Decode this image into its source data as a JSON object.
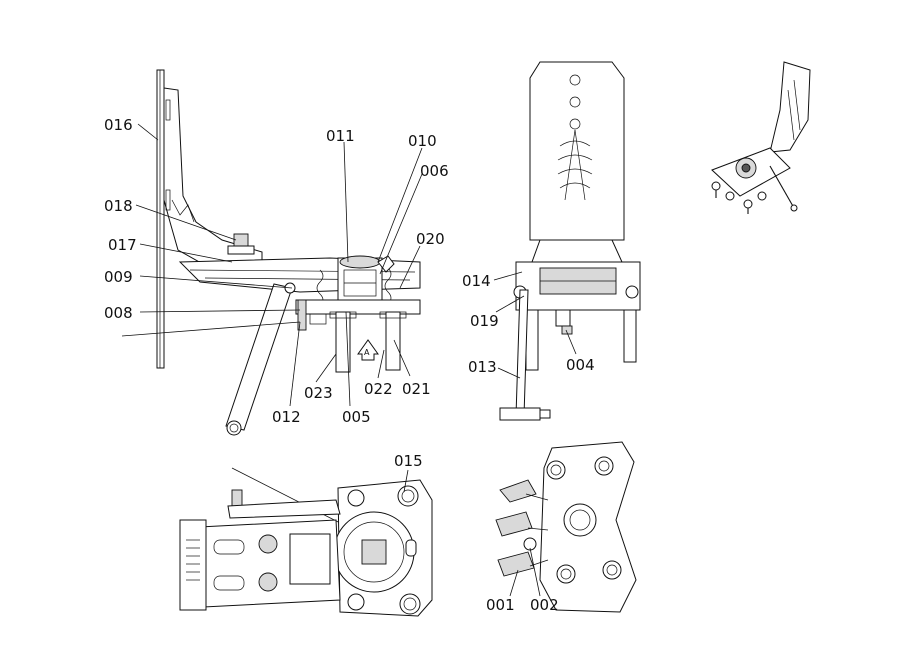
{
  "callouts": {
    "c016": "016",
    "c018": "018",
    "c017": "017",
    "c009": "009",
    "c008": "008",
    "c011": "011",
    "c010": "010",
    "c006": "006",
    "c020": "020",
    "c012": "012",
    "c023": "023",
    "c005": "005",
    "c022": "022",
    "c021": "021",
    "c014": "014",
    "c019": "019",
    "c013": "013",
    "c004": "004",
    "c015": "015",
    "c001": "001",
    "c002": "002"
  },
  "view_marker": "A"
}
